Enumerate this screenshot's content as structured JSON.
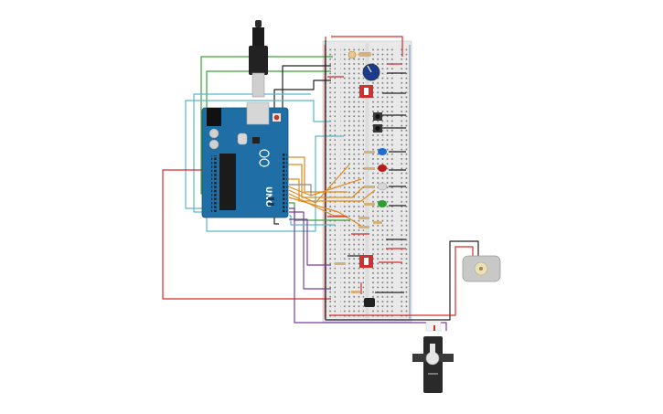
{
  "colors": {
    "background": "#ffffff",
    "arduino_board": "#1f6fa6",
    "breadboard": "#e9e9e9",
    "wire_green": "#3aa23a",
    "wire_red": "#d32f2f",
    "wire_black": "#222222",
    "wire_teal": "#5ab6c8",
    "wire_orange": "#e08a1e",
    "wire_purple": "#7b3fa0",
    "led_blue": "#1e6fd0",
    "led_red": "#b71c1c",
    "led_white": "#d8d8d8",
    "led_green": "#2e9e2e",
    "dc_motor": "#c8c8c8",
    "servo": "#2a2a2a"
  },
  "components": {
    "arduino": {
      "brand": "UNO",
      "logo_icon": "arduino-infinity-icon"
    },
    "usb_cable": {
      "icon": "usb-plug-icon"
    },
    "breadboard": {
      "icon": "breadboard-icon"
    },
    "potentiometer": {
      "icon": "potentiometer-knob-icon"
    },
    "slide_switches": {
      "count": 2,
      "icon": "slide-switch-icon"
    },
    "pushbuttons": {
      "count": 2,
      "icon": "pushbutton-icon"
    },
    "leds": [
      "blue",
      "red",
      "white",
      "green"
    ],
    "dc_motor": {
      "icon": "dc-motor-icon"
    },
    "servo": {
      "icon": "servo-motor-icon"
    },
    "transistor": {
      "icon": "transistor-icon"
    },
    "photoresistor": {
      "icon": "photoresistor-icon"
    }
  }
}
